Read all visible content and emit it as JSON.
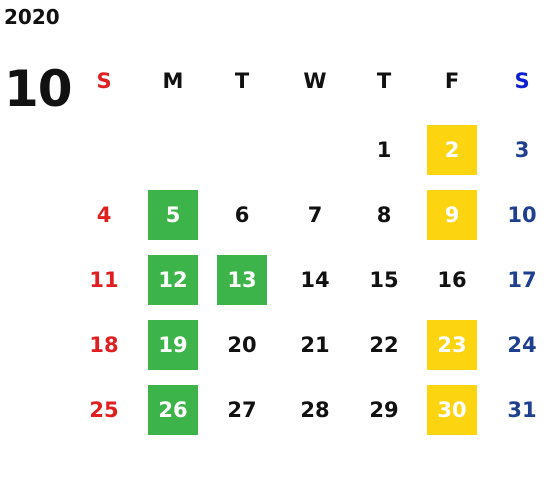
{
  "calendar": {
    "year": "2020",
    "month": "10",
    "weekdays": [
      "S",
      "M",
      "T",
      "W",
      "T",
      "F",
      "S"
    ],
    "weeks": [
      [
        "",
        "",
        "",
        "",
        "1",
        "2",
        "3"
      ],
      [
        "4",
        "5",
        "6",
        "7",
        "8",
        "9",
        "10"
      ],
      [
        "11",
        "12",
        "13",
        "14",
        "15",
        "16",
        "17"
      ],
      [
        "18",
        "19",
        "20",
        "21",
        "22",
        "23",
        "24"
      ],
      [
        "25",
        "26",
        "27",
        "28",
        "29",
        "30",
        "31"
      ]
    ],
    "highlights": {
      "green": [
        "5",
        "12",
        "13",
        "19",
        "26"
      ],
      "yellow": [
        "2",
        "9",
        "23",
        "30"
      ]
    },
    "colors": {
      "sunday": "#e02020",
      "saturday": "#1f3f8f",
      "saturday_header": "#1020d0",
      "green": "#3cb44a",
      "yellow": "#fcd40f"
    }
  }
}
